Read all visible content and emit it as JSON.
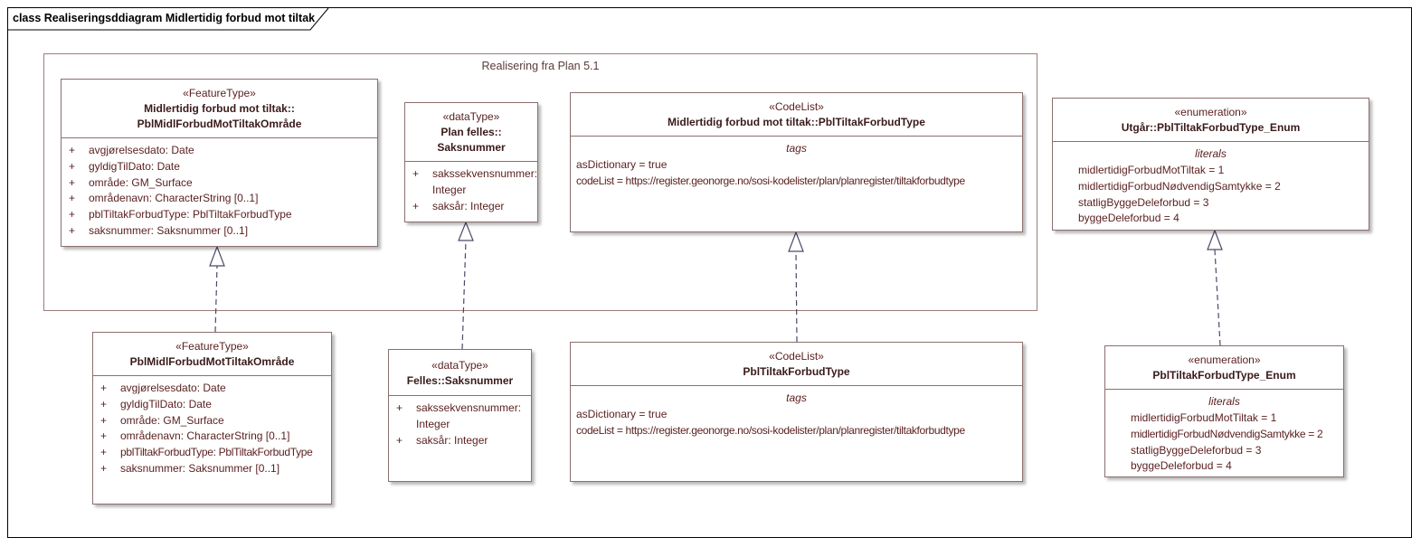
{
  "frame_title": "class Realiseringsddiagram Midlertidig forbud mot tiltak",
  "package_label": "Realisering fra Plan 5.1",
  "c1": {
    "stereotype": "«FeatureType»",
    "name_line1": "Midlertidig forbud mot tiltak::",
    "name_line2": "PblMidlForbudMotTiltakOmråde",
    "attributes": [
      {
        "vis": "+",
        "text": "avgjørelsesdato: Date"
      },
      {
        "vis": "+",
        "text": "gyldigTilDato: Date"
      },
      {
        "vis": "+",
        "text": "område: GM_Surface"
      },
      {
        "vis": "+",
        "text": "områdenavn: CharacterString [0..1]"
      },
      {
        "vis": "+",
        "text": "pblTiltakForbudType: PblTiltakForbudType"
      },
      {
        "vis": "+",
        "text": "saksnummer: Saksnummer [0..1]"
      }
    ]
  },
  "c2": {
    "stereotype": "«dataType»",
    "name_line1": "Plan felles::",
    "name_line2": "Saksnummer",
    "attributes": [
      {
        "vis": "+",
        "text": "sakssekvensnummer:"
      },
      {
        "vis": "",
        "text": "Integer"
      },
      {
        "vis": "+",
        "text": "saksår: Integer"
      }
    ]
  },
  "c3": {
    "stereotype": "«CodeList»",
    "name": "Midlertidig forbud mot tiltak::PblTiltakForbudType",
    "section": "tags",
    "tags": [
      "asDictionary = true",
      "codeList = https://register.geonorge.no/sosi-kodelister/plan/planregister/tiltakforbudtype"
    ]
  },
  "c4": {
    "stereotype": "«enumeration»",
    "name": "Utgår::PblTiltakForbudType_Enum",
    "section": "literals",
    "literals": [
      "midlertidigForbudMotTiltak = 1",
      "midlertidigForbudNødvendigSamtykke = 2",
      "statligByggeDeleforbud = 3",
      "byggeDeleforbud = 4"
    ]
  },
  "c5": {
    "stereotype": "«FeatureType»",
    "name": "PblMidlForbudMotTiltakOmråde",
    "attributes": [
      {
        "vis": "+",
        "text": "avgjørelsesdato: Date"
      },
      {
        "vis": "+",
        "text": "gyldigTilDato: Date"
      },
      {
        "vis": "+",
        "text": "område: GM_Surface"
      },
      {
        "vis": "+",
        "text": "områdenavn: CharacterString [0..1]"
      },
      {
        "vis": "+",
        "text": "pblTiltakForbudType: PblTiltakForbudType"
      },
      {
        "vis": "+",
        "text": "saksnummer: Saksnummer [0..1]"
      }
    ]
  },
  "c6": {
    "stereotype": "«dataType»",
    "name": "Felles::Saksnummer",
    "attributes": [
      {
        "vis": "+",
        "text": "sakssekvensnummer:"
      },
      {
        "vis": "",
        "text": "Integer"
      },
      {
        "vis": "+",
        "text": "saksår: Integer"
      }
    ]
  },
  "c7": {
    "stereotype": "«CodeList»",
    "name": "PblTiltakForbudType",
    "section": "tags",
    "tags": [
      "asDictionary = true",
      "codeList = https://register.geonorge.no/sosi-kodelister/plan/planregister/tiltakforbudtype"
    ]
  },
  "c8": {
    "stereotype": "«enumeration»",
    "name": "PblTiltakForbudType_Enum",
    "section": "literals",
    "literals": [
      "midlertidigForbudMotTiltak = 1",
      "midlertidigForbudNødvendigSamtykke = 2",
      "statligByggeDeleforbud = 3",
      "byggeDeleforbud = 4"
    ]
  }
}
